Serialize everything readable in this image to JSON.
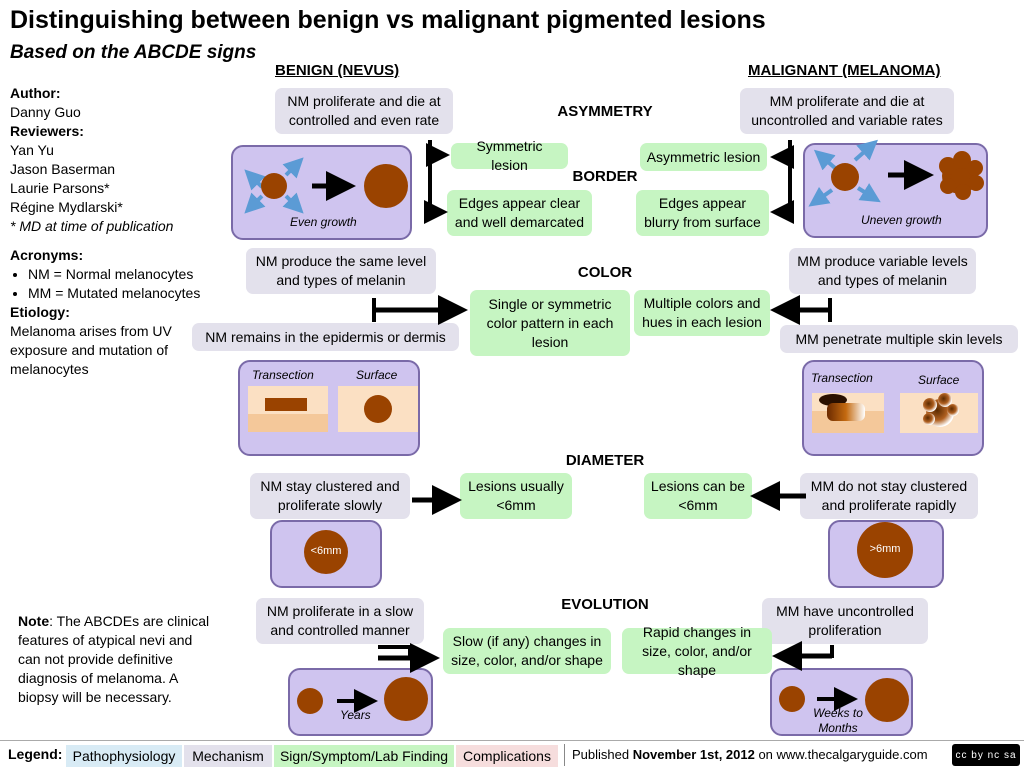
{
  "title": "Distinguishing between benign vs malignant pigmented lesions",
  "subtitle": "Based on the ABCDE signs",
  "sidebar": {
    "author_label": "Author:",
    "author": "Danny Guo",
    "reviewers_label": "Reviewers:",
    "reviewers": [
      "Yan Yu",
      "Jason Baserman",
      "Laurie Parsons*",
      "Régine Mydlarski*"
    ],
    "footnote": "* MD at time of publication",
    "acronyms_label": "Acronyms:",
    "acronyms": [
      "NM = Normal melanocytes",
      "MM = Mutated melanocytes"
    ],
    "etiology_label": "Etiology:",
    "etiology": "Melanoma arises from UV exposure and mutation of melanocytes",
    "note_label": "Note",
    "note": ": The ABCDEs are clinical features of atypical nevi and can not provide definitive diagnosis of melanoma. A biopsy will be necessary."
  },
  "columns": {
    "benign": "BENIGN (NEVUS)",
    "malignant": "MALIGNANT (MELANOMA)"
  },
  "sections": {
    "asymmetry": "ASYMMETRY",
    "border": "BORDER",
    "color": "COLOR",
    "diameter": "DIAMETER",
    "evolution": "EVOLUTION"
  },
  "benign": {
    "rate": "NM proliferate and die at controlled and even rate",
    "even_growth": "Even growth",
    "symmetric": "Symmetric lesion",
    "edges_clear": "Edges appear clear and well demarcated",
    "same_melanin": "NM produce the same level and types of melanin",
    "remains": "NM remains in the epidermis or dermis",
    "color_sign": "Single or symmetric color pattern in each lesion",
    "transection": "Transection",
    "surface": "Surface",
    "clustered": "NM stay clustered and proliferate slowly",
    "size_sign": "Lesions usually <6mm",
    "size_label": "<6mm",
    "slow": "NM proliferate in a slow and controlled manner",
    "evolution_sign": "Slow (if any) changes in size, color, and/or shape",
    "years": "Years"
  },
  "malignant": {
    "rate": "MM proliferate and die at uncontrolled and variable rates",
    "uneven_growth": "Uneven growth",
    "asymmetric": "Asymmetric lesion",
    "edges_blurry": "Edges appear blurry from surface",
    "variable_melanin": "MM produce variable levels and types of melanin",
    "penetrate": "MM penetrate multiple skin levels",
    "color_sign": "Multiple colors and hues in each lesion",
    "transection": "Transection",
    "surface": "Surface",
    "not_clustered": "MM do not stay clustered and proliferate rapidly",
    "size_sign": "Lesions can be <6mm",
    "size_label": ">6mm",
    "uncontrolled": "MM have uncontrolled proliferation",
    "evolution_sign": "Rapid changes in size, color, and/or shape",
    "weeks": "Weeks to Months"
  },
  "legend": {
    "label": "Legend:",
    "items": [
      {
        "text": "Pathophysiology",
        "color": "#d8ebf5"
      },
      {
        "text": "Mechanism",
        "color": "#e3e1ec"
      },
      {
        "text": "Sign/Symptom/Lab Finding",
        "color": "#c6f5c2"
      },
      {
        "text": "Complications",
        "color": "#f6dddd"
      }
    ],
    "published_prefix": "Published ",
    "published_date": "November 1st, 2012",
    "published_suffix": " on www.thecalgaryguide.com",
    "license": "cc by nc sa"
  },
  "colors": {
    "lesion": "#9a4300",
    "panel_fill": "#cfc4ef",
    "panel_border": "#7a6aa8",
    "skin": "#f4c89a",
    "arrow_blue": "#5b9bd5"
  }
}
